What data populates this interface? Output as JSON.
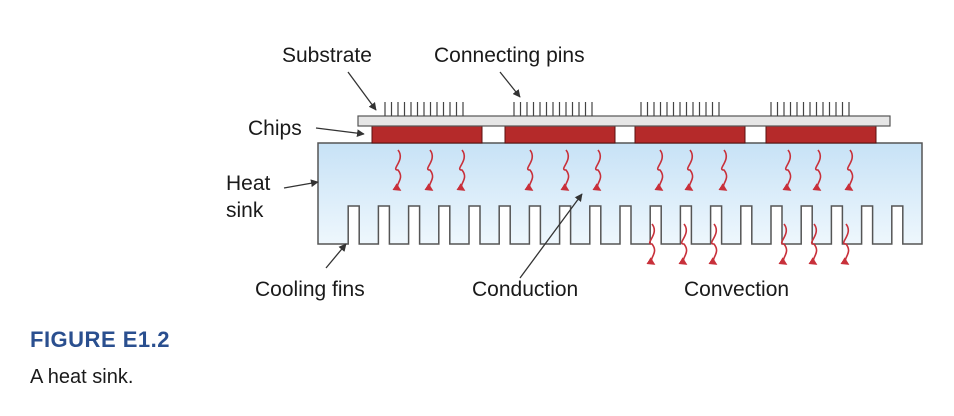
{
  "labels": {
    "substrate": "Substrate",
    "connecting_pins": "Connecting pins",
    "chips": "Chips",
    "heat": "Heat",
    "sink": "sink",
    "cooling_fins": "Cooling fins",
    "conduction": "Conduction",
    "convection": "Convection"
  },
  "caption": {
    "figure": "FIGURE E1.2",
    "text": "A heat sink."
  },
  "colors": {
    "chip": "#b52a2a",
    "heat_sink": "#d9ecfa",
    "outline": "#333333",
    "caption_title": "#2a4f8f",
    "heat_arrow": "#c8303a"
  }
}
